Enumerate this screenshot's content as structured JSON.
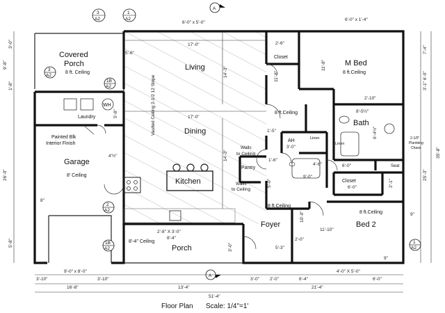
{
  "title": "Floor Plan",
  "scale": "Scale:  1/4\"=1'",
  "rooms": {
    "living": "Living",
    "dining": "Dining",
    "kitchen": "Kitchen",
    "garage": "Garage",
    "garage_ceiling": "8' Ceiling",
    "covered_porch_l1": "Covered",
    "covered_porch_l2": "Porch",
    "covered_porch_ceiling": "8 ft. Ceiling",
    "m_bed": "M Bed",
    "m_bed_ceiling": "8 ft.Ceiling",
    "closet_top": "Closet",
    "bath": "Bath",
    "bath_ceiling": "8 ft.Ceiling",
    "ah": "AH",
    "ah_dim": "3'-0\"",
    "linen1": "Linen",
    "linen2": "Linen",
    "pantry": "Pantry",
    "walls1_l1": "Walls",
    "walls1_l2": "to Ceiling",
    "walls2_l1": "Walls",
    "walls2_l2": "to Ceiling",
    "foyer": "Foyer",
    "foyer_ceiling": "8 ft.Ceiling",
    "bed2": "Bed 2",
    "bed2_ceiling": "8 ft.Ceiling",
    "closet_bed2": "Closet",
    "closet_bed2_dim": "6'-0\"",
    "seat": "Seat",
    "porch": "Porch",
    "porch_ceiling": "8'-4\" Ceiling",
    "laundry": "Laundry",
    "wh": "WH",
    "painted_l1": "Painted Blk",
    "painted_l2": "Interior Finish",
    "vaulted": "Vaulted Ceiling 2-1/2 12 Slope",
    "plumbing_l1": "2-1/0\"",
    "plumbing_l2": "Plumbing",
    "plumbing_l3": "Chase"
  },
  "tags": {
    "t3a2": [
      "3",
      "A2"
    ],
    "t1a2": [
      "1",
      "A2"
    ],
    "a_top": "A",
    "a_bot": "A",
    "t3a2_porch": [
      "3",
      "A2"
    ],
    "t1b_top": [
      "1B",
      "A2"
    ],
    "t2a2": [
      "2",
      "A2"
    ],
    "t1b_bot": [
      "1B",
      "A2"
    ],
    "t1a2_right": [
      "1",
      "A2"
    ]
  },
  "dims": {
    "top_window": "6'-0\" x 5'-0\"",
    "top_window_right": "6'-0\" x 1'-4\"",
    "d_17_0_top": "17'-0\"",
    "d_17_0_mid": "17'-0\"",
    "d_14_3_top": "14'-3\"",
    "d_14_3_mid": "14'-3\"",
    "d_5_6": "5'-6\"",
    "d_2_6": "2'-6\"",
    "d_11_8a": "11'-8\"",
    "d_11_8b": "11'-8\"",
    "d_5_8": "5'-8\"",
    "d_4_half": "4'½\"",
    "d_1_5": "1'-5\"",
    "d_1_6": "1'-6\"",
    "d_5_0": "5'-0\"",
    "d_9_0": "9'-0\"",
    "d_8_5half": "8'-5½\"",
    "d_6_4half": "6'-4½\"",
    "d_2_10": "2'-10\"",
    "d_6_0": "6'-0\"",
    "d_2_1": "2'-1\"",
    "d_4_6": "4'-6\"",
    "d_11_10": "11'-10\"",
    "d_10_0": "10'-0\"",
    "d_9r": "9\"",
    "d_8g": "8\"",
    "d_2_8": "2'-8\" X 3'-0\"",
    "d_8_4": "8'-4\"",
    "d_3_0p": "3'-0\"",
    "d_5_3": "5'-3\"",
    "d_2_0f": "2'-0\"",
    "d_3_0_left": "3'-0\"",
    "d_9_8": "9'-8\"",
    "d_1_8": "1'-8\"",
    "d_26_0": "26'-0\"",
    "d_5_8_left": "5'-8\"",
    "d_35_8": "35'-8\"",
    "d_25_3": "25'-3\"",
    "d_3_1": "3'-1\" 6'-0\"",
    "d_7_4": "7'-4\"",
    "b_3_10a": "3'-10\"",
    "b_9_0": "9'-0\" x 8'-0\"",
    "b_3_10b": "3'-10\"",
    "b_16_8": "16'-8\"",
    "b_13_4": "13'-4\"",
    "b_3_0": "3'-0\"",
    "b_2_0": "2'-0\"",
    "b_6_4": "6'-4\"",
    "b_4_0": "4'-0\" X 5'-0\"",
    "b_6_0": "6'-0\"",
    "b_21_4": "21'-4\"",
    "b_51_4": "51'-4\"",
    "b_9_right": "9\""
  }
}
